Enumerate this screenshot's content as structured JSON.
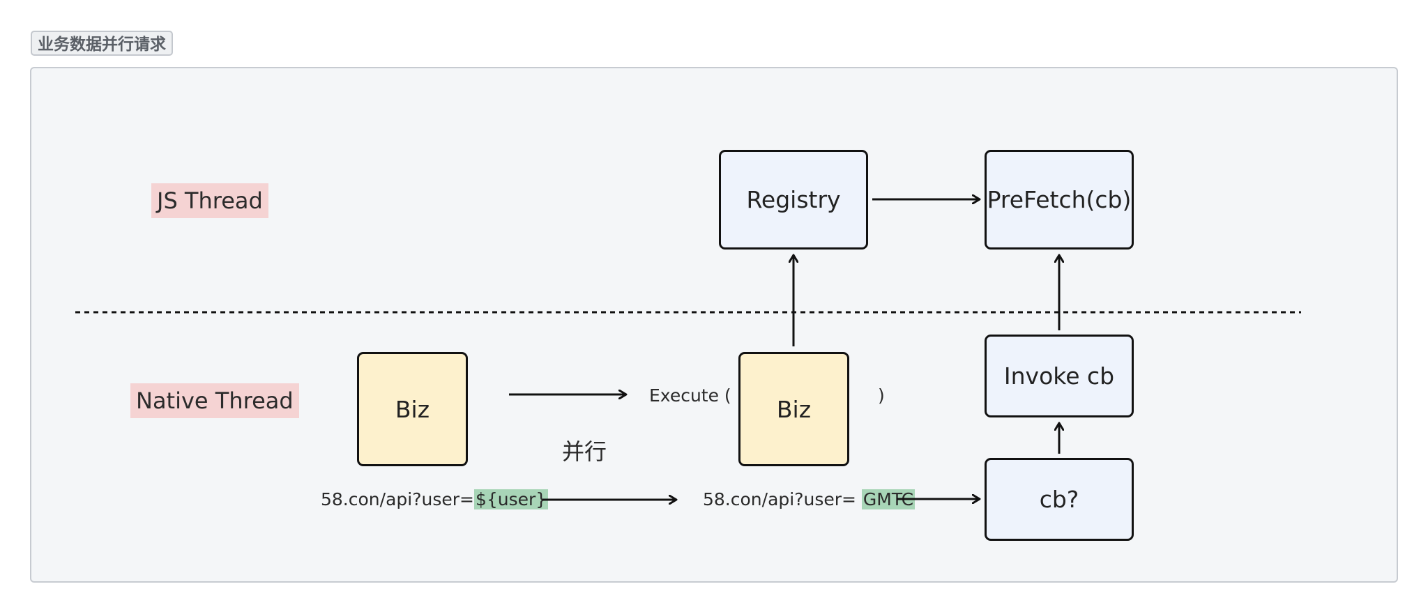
{
  "title": "业务数据并行请求",
  "lanes": {
    "js": "JS Thread",
    "native": "Native Thread"
  },
  "boxes": {
    "registry": "Registry",
    "prefetch": "PreFetch(cb)",
    "biz_left": "Biz",
    "biz_right": "Biz",
    "invoke": "Invoke cb",
    "cb": "cb?"
  },
  "texts": {
    "execute_open": "Execute (",
    "execute_close": ")",
    "parallel": "并行",
    "url_left_prefix": "58.con/api?user=",
    "url_left_param": "${user}",
    "url_right_prefix": "58.con/api?user= ",
    "url_right_param": "GMTC"
  },
  "colors": {
    "box_blue": "#eef3fc",
    "box_yellow": "#fdf1cd",
    "lane_highlight": "#f5d3d3",
    "param_highlight": "#a8d5b7"
  }
}
